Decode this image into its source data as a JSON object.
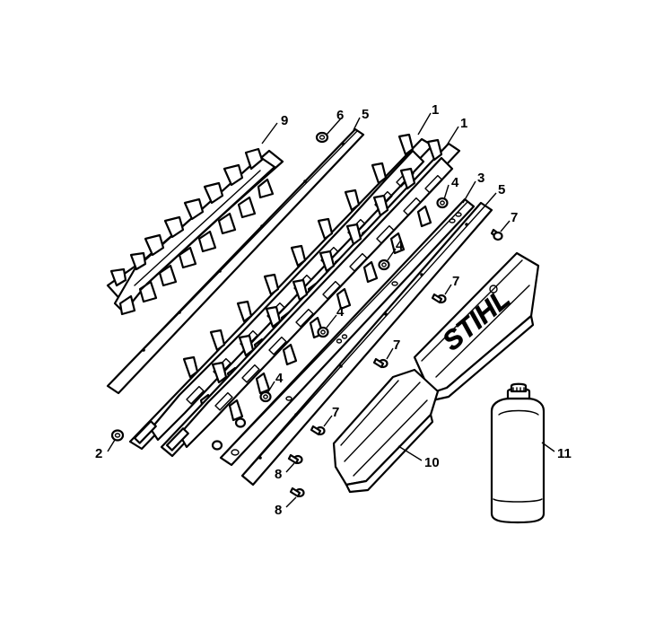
{
  "brand": "STIHL",
  "callouts": [
    {
      "number": "1",
      "part": "cutter-blade-upper"
    },
    {
      "number": "1",
      "part": "cutter-blade-lower"
    },
    {
      "number": "2",
      "part": "nut"
    },
    {
      "number": "3",
      "part": "spacer-strip"
    },
    {
      "number": "4",
      "part": "sleeve"
    },
    {
      "number": "4",
      "part": "sleeve"
    },
    {
      "number": "4",
      "part": "sleeve"
    },
    {
      "number": "4",
      "part": "sleeve"
    },
    {
      "number": "5",
      "part": "guide-plate"
    },
    {
      "number": "5",
      "part": "guide-plate"
    },
    {
      "number": "6",
      "part": "nut"
    },
    {
      "number": "7",
      "part": "screw"
    },
    {
      "number": "7",
      "part": "screw"
    },
    {
      "number": "7",
      "part": "screw"
    },
    {
      "number": "7",
      "part": "screw"
    },
    {
      "number": "8",
      "part": "screw"
    },
    {
      "number": "8",
      "part": "screw"
    },
    {
      "number": "9",
      "part": "cutter-blade-set"
    },
    {
      "number": "10",
      "part": "blade-scabbard"
    },
    {
      "number": "11",
      "part": "lubricant-bottle"
    }
  ]
}
